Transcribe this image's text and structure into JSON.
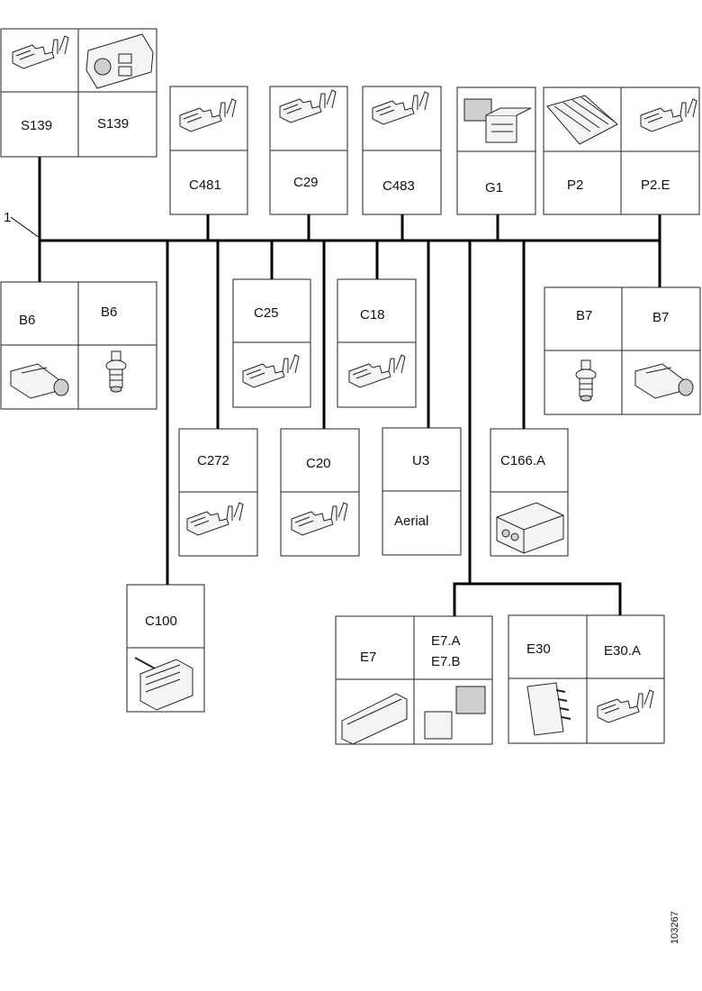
{
  "callout": "1",
  "reference_id": "103267",
  "connectors": {
    "S139": {
      "labels": [
        "S139",
        "S139"
      ]
    },
    "C481": {
      "labels": [
        "C481"
      ]
    },
    "C29": {
      "labels": [
        "C29"
      ]
    },
    "C483": {
      "labels": [
        "C483"
      ]
    },
    "G1": {
      "labels": [
        "G1"
      ]
    },
    "P2": {
      "labels": [
        "P2",
        "P2.E"
      ]
    },
    "B6": {
      "labels": [
        "B6",
        "B6"
      ]
    },
    "C25": {
      "labels": [
        "C25"
      ]
    },
    "C18": {
      "labels": [
        "C18"
      ]
    },
    "B7": {
      "labels": [
        "B7",
        "B7"
      ]
    },
    "C272": {
      "labels": [
        "C272"
      ]
    },
    "C20": {
      "labels": [
        "C20"
      ]
    },
    "U3": {
      "labels": [
        "U3",
        "Aerial"
      ]
    },
    "C166": {
      "labels": [
        "C166.A"
      ]
    },
    "C100": {
      "labels": [
        "C100"
      ]
    },
    "E7": {
      "labels": [
        "E7",
        "E7.A",
        "E7.B"
      ]
    },
    "E30": {
      "labels": [
        "E30",
        "E30.A"
      ]
    }
  }
}
